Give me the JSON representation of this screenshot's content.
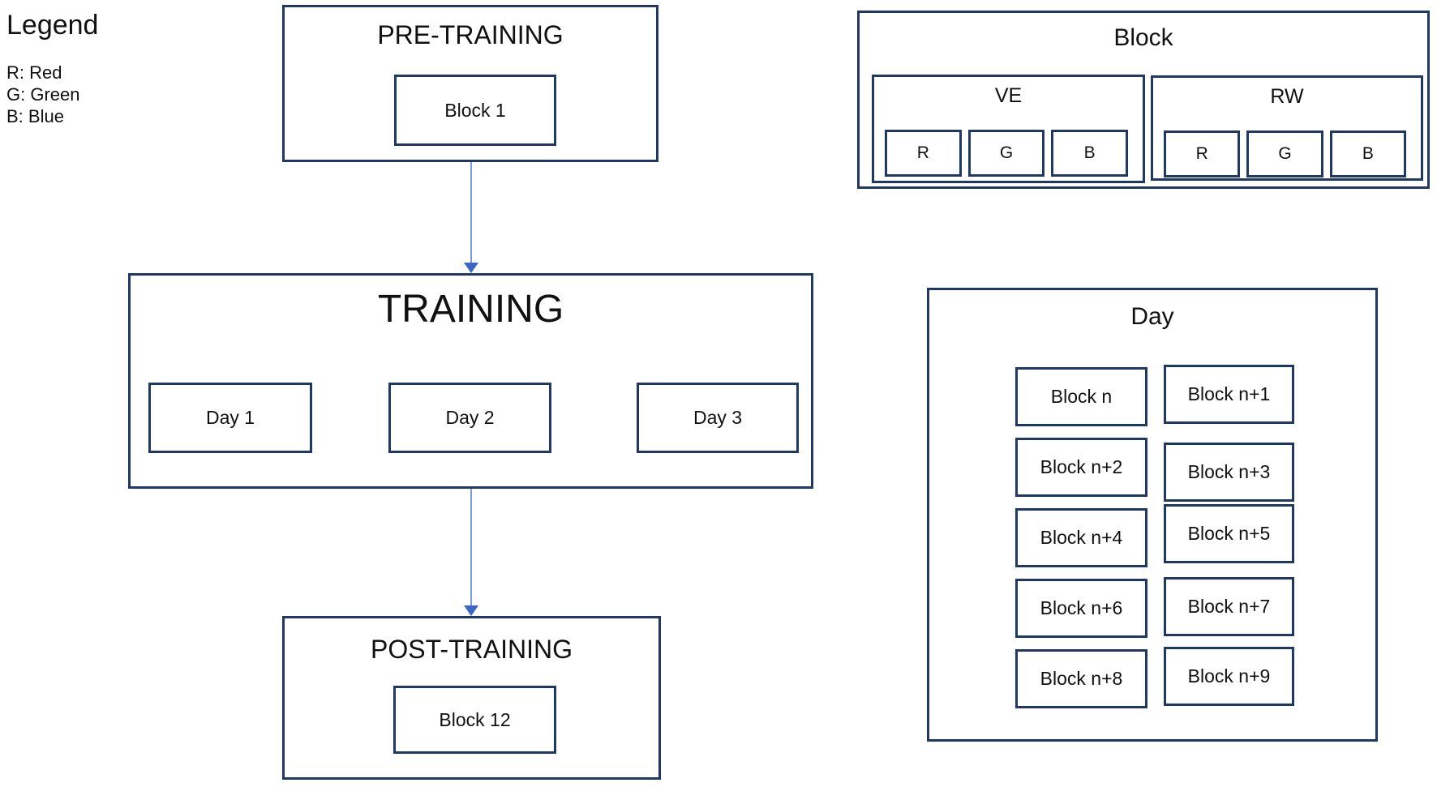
{
  "colors": {
    "border": "#203864",
    "arrow_line": "#7D9BD8",
    "arrow_head": "#3B66C6",
    "text": "#111111",
    "background": "#FFFFFF"
  },
  "legend": {
    "title": "Legend",
    "items": [
      "R: Red",
      "G: Green",
      "B: Blue"
    ]
  },
  "flow": {
    "pre_training": {
      "title": "PRE-TRAINING",
      "block_label": "Block 1"
    },
    "training": {
      "title": "TRAINING",
      "days": [
        "Day 1",
        "Day 2",
        "Day 3"
      ]
    },
    "post_training": {
      "title": "POST-TRAINING",
      "block_label": "Block 12"
    }
  },
  "block_detail": {
    "title": "Block",
    "conditions": [
      {
        "label": "VE",
        "trials": [
          "R",
          "G",
          "B"
        ]
      },
      {
        "label": "RW",
        "trials": [
          "R",
          "G",
          "B"
        ]
      }
    ]
  },
  "day_detail": {
    "title": "Day",
    "blocks": [
      "Block n",
      "Block n+1",
      "Block n+2",
      "Block n+3",
      "Block n+4",
      "Block n+5",
      "Block n+6",
      "Block n+7",
      "Block n+8",
      "Block n+9"
    ]
  }
}
